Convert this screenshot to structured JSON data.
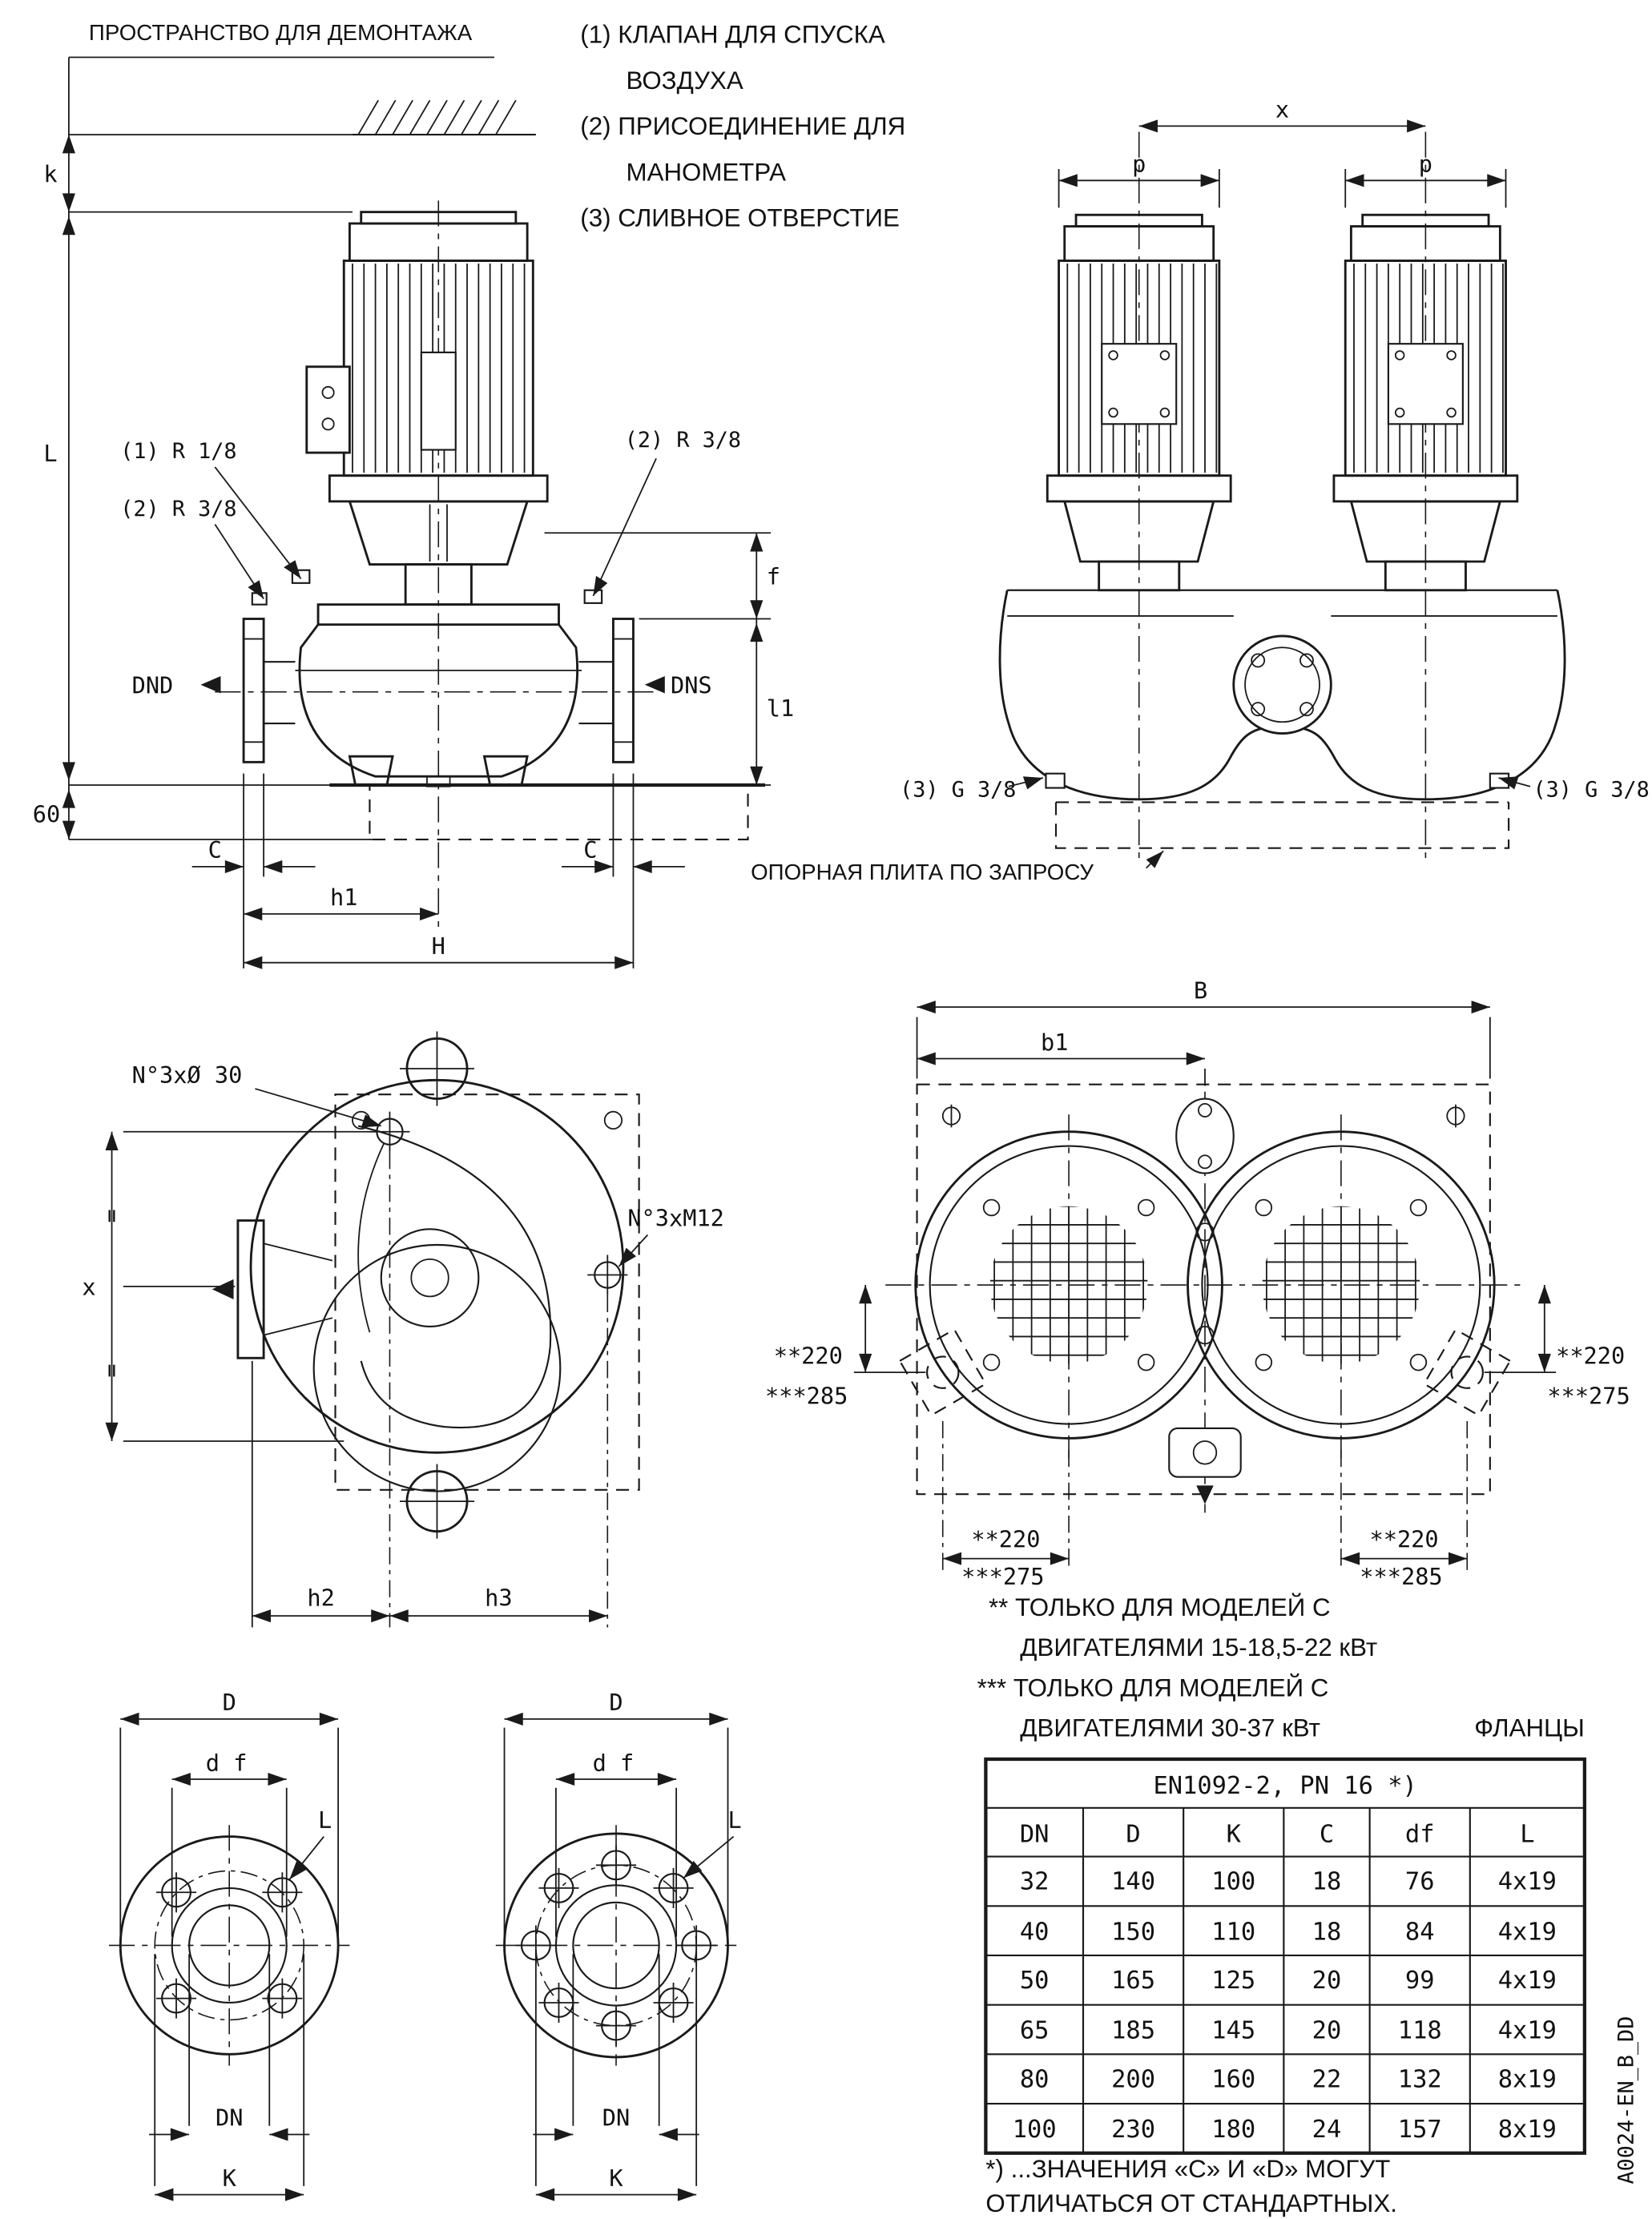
{
  "colors": {
    "ink": "#1a1a1a",
    "paper": "#ffffff"
  },
  "header": {
    "dismantling_space": "ПРОСТРАНСТВО ДЛЯ ДЕМОНТАЖА",
    "notes": [
      "(1) КЛАПАН ДЛЯ СПУСКА",
      "ВОЗДУХА",
      "(2) ПРИСОЕДИНЕНИЕ ДЛЯ",
      "МАНОМЕТРА",
      "(3) СЛИВНОЕ ОТВЕРСТИЕ"
    ]
  },
  "side_view": {
    "dim_k": "k",
    "dim_L": "L",
    "dim_60": "60",
    "dim_C": "C",
    "dim_h1": "h1",
    "dim_H": "H",
    "dim_f": "f",
    "dim_l1": "l1",
    "port_air_valve": "(1) R 1/8",
    "port_gauge_left": "(2) R 3/8",
    "port_gauge_right": "(2) R 3/8",
    "dnd": "DND",
    "dns": "DNS"
  },
  "front_view": {
    "dim_x": "x",
    "dim_p": "p",
    "drain": "(3) G 3/8",
    "baseplate_note": "ОПОРНАЯ ПЛИТА ПО ЗАПРОСУ"
  },
  "top_view": {
    "holes_label": "N°3xØ 30",
    "studs_label": "N°3xM12",
    "dim_x": "x",
    "equal_mark": "=",
    "dim_h2": "h2",
    "dim_h3": "h3"
  },
  "twin_top_view": {
    "dim_B": "B",
    "dim_b1": "b1",
    "d220": "**220",
    "d275": "***275",
    "d285": "***285"
  },
  "footnotes": {
    "line1": "** ТОЛЬКО ДЛЯ МОДЕЛЕЙ С",
    "line2": "ДВИГАТЕЛЯМИ 15-18,5-22 кВт",
    "line3": "*** ТОЛЬКО ДЛЯ МОДЕЛЕЙ С",
    "line4": "ДВИГАТЕЛЯМИ 30-37 кВт"
  },
  "flange_table": {
    "section_title": "ФЛАНЦЫ",
    "title": "EN1092-2, PN 16 *)",
    "headers": [
      "DN",
      "D",
      "K",
      "C",
      "df",
      "L"
    ],
    "rows": [
      [
        "32",
        "140",
        "100",
        "18",
        "76",
        "4x19"
      ],
      [
        "40",
        "150",
        "110",
        "18",
        "84",
        "4x19"
      ],
      [
        "50",
        "165",
        "125",
        "20",
        "99",
        "4x19"
      ],
      [
        "65",
        "185",
        "145",
        "20",
        "118",
        "4x19"
      ],
      [
        "80",
        "200",
        "160",
        "22",
        "132",
        "8x19"
      ],
      [
        "100",
        "230",
        "180",
        "24",
        "157",
        "8x19"
      ]
    ],
    "footnote1": "*) ...ЗНАЧЕНИЯ «C» И «D» МОГУТ",
    "footnote2": "ОТЛИЧАТЬСЯ ОТ СТАНДАРТНЫХ."
  },
  "flange_views": {
    "dim_D": "D",
    "dim_df": "d f",
    "dim_L": "L",
    "dim_DN": "DN",
    "dim_K": "K"
  },
  "doc_code": "A0024-EN_B_DD"
}
